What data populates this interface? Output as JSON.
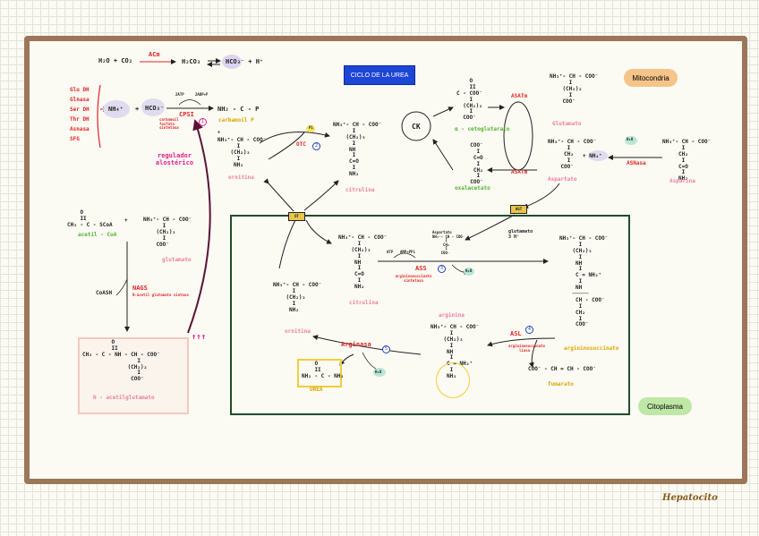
{
  "title": "CICLO DE LA UREA",
  "compartments": {
    "mitochondria": "Mitocondria",
    "cytoplasm": "Citoplasma",
    "cell": "Hepatocito"
  },
  "top": {
    "reactants": "H₂O + CO₂",
    "enzyme": "ACm",
    "product": "H₂CO₃",
    "products2": "HCO₃⁻ + H⁺"
  },
  "activators": [
    "Glu DH",
    "Glnasa",
    "Ser DH",
    "Thr DH",
    "Asnasa",
    "SFG"
  ],
  "cps": {
    "nh4": "NH₄⁺",
    "plus": "+",
    "hco3": "HCO₃⁻",
    "enzyme": "CPSI",
    "atp": "2ATP",
    "adp": "2ADP+P",
    "note": "carbamoil fosfato sintetasa",
    "product_formula": "NH₂ - C - P",
    "product_name": "carbamoil P",
    "num": "1"
  },
  "regulator": "regulador alostérico",
  "ornithine_top": {
    "formula": "NH₃⁺- CH - COO⁻\n      I\n    (CH₂)₃\n      I\n     NH₂",
    "name": "ornitina"
  },
  "otc": {
    "label": "OTC",
    "num": "2",
    "pi": "Pi"
  },
  "citrulline_top": {
    "formula": "NH₃⁺- CH - COO⁻\n      I\n    (CH₂)₃\n      I\n     NH\n      I\n     C=O\n      I\n     NH₂",
    "name": "citrulina"
  },
  "ck": {
    "label": "CK",
    "alpha": "α - cetoglutarato",
    "alpha_formula": "    O\n    II\nC - COO⁻\n    I\n  (CH₂)₂\n    I\n  COO⁻",
    "oxalo_formula": "  COO⁻\n    I\n   C=O\n    I\n   CH₂\n    I\n  COO⁻",
    "oxalo": "oxalacetato"
  },
  "aspat_top": "ASATm",
  "aspat_bottom": "ASATm",
  "glutamate_mito": {
    "formula": "NH₃⁺- CH - COO⁻\n      I\n    (CH₂)₂\n      I\n    COO⁻",
    "name": "Glutamato"
  },
  "aspartate_mito": {
    "formula": "NH₃⁺- CH - COO⁻\n      I\n     CH₂\n      I\n    COO⁻",
    "name": "Aspartato"
  },
  "asparaginase": {
    "h2o": "H₂O",
    "label": "ASNasa",
    "nh4": "+ NH₄⁺"
  },
  "asparagine": {
    "formula": "NH₃⁺- CH - COO⁻\n      I\n     CH₂\n      I\n     C=O\n      I\n     NH₂",
    "name": "Asparina"
  },
  "transporters": {
    "ot": "OT",
    "agt": "AGT"
  },
  "glutamate_cyto": {
    "label": "glutamato\n3 H⁺"
  },
  "acetyl": {
    "formula": "    O\n    II\nCH₃ - C - SCoA",
    "name": "acetil - CoA",
    "plus": "+",
    "glu_formula": "NH₃⁺- CH - COO⁻\n      I\n    (CH₂)₂\n      I\n    COO⁻",
    "glu_name": "glutamato"
  },
  "nags": {
    "label": "NAGS",
    "note": "N-acetil glutamato sintasa",
    "cosh": "CoASH",
    "formula": "         O\n         II\nCH₃ - C - NH - CH - COO⁻\n                 I\n              (CH₂)₂\n                 I\n               COO⁻",
    "name": "N - acetilglutamato",
    "arrows": "↑↑↑"
  },
  "citrulline_cyto": {
    "formula": "NH₃⁺- CH - COO⁻\n      I\n    (CH₂)₃\n      I\n     NH\n      I\n     C=O\n      I\n     NH₂",
    "name": "citrulina"
  },
  "aspartate_cyto": {
    "formula": "Aspartato\nNH₃⁺- CH - COO⁻\n      I\n     CH₂\n      I\n    COO⁻"
  },
  "ass": {
    "label": "ASS",
    "num": "3",
    "atp": "ATP",
    "amp": "AMP+PPi",
    "h2o": "H₂O",
    "note": "argininosuccinato sintetasa"
  },
  "argininosuccinate": {
    "formula": "NH₃⁺- CH - COO⁻\n      I\n    (CH₂)₃\n      I\n     NH\n      I\n     C = NH₂⁺\n      I\n     NH\n    ─────\n     CH - COO⁻\n      I\n     CH₂\n      I\n     COO⁻",
    "name": "argininosuccinato"
  },
  "asl": {
    "label": "ASL",
    "num": "4",
    "note": "argininosuccinato liasa"
  },
  "fumarate": {
    "formula": "COO⁻ - CH = CH - COO⁻",
    "name": "fumarato"
  },
  "arginine": {
    "name": "arginina",
    "formula": "NH₃⁺- CH - COO⁻\n      I\n    (CH₂)₃\n      I\n     NH\n      I\n     C = NH₂⁺\n      I\n     NH₂"
  },
  "arginase": {
    "label": "Arginasa",
    "num": "5",
    "h2o": "H₂O"
  },
  "ornithine_cyto": {
    "formula": "NH₃⁺- CH - COO⁻\n      I\n    (CH₂)₃\n      I\n     NH₂",
    "name": "ornitina"
  },
  "urea": {
    "formula": "    O\n    II\nNH₂ - C - NH₂",
    "name": "UREA"
  }
}
